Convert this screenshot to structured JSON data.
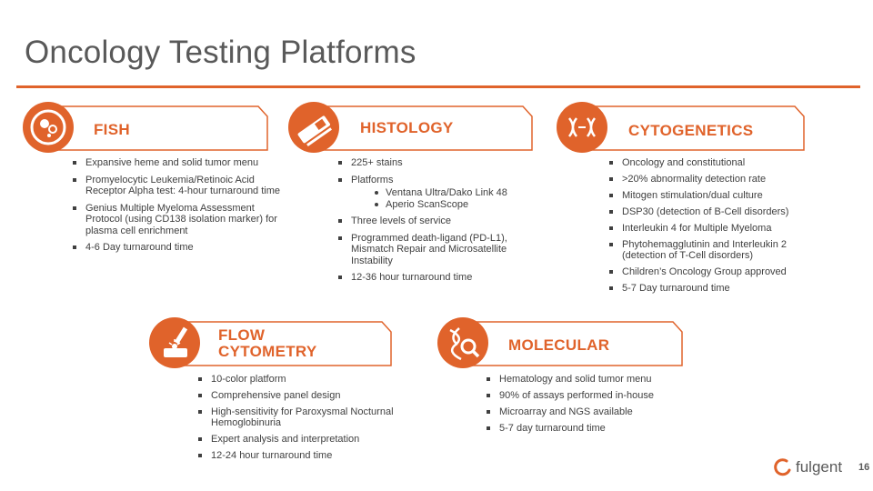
{
  "title": "Oncology Testing Platforms",
  "accent_color": "#e0632b",
  "page_number": "16",
  "logo_text": "fulgent",
  "cards": {
    "fish": {
      "heading": "FISH",
      "icon": "cell-icon",
      "items": [
        "Expansive heme and solid tumor menu",
        "Promyelocytic Leukemia/Retinoic Acid Receptor Alpha test: 4-hour turnaround time",
        "Genius Multiple Myeloma Assessment Protocol (using CD138 isolation marker) for plasma cell enrichment",
        "4-6 Day turnaround time"
      ]
    },
    "histology": {
      "heading": "HISTOLOGY",
      "icon": "microscope-slide-icon",
      "items": [
        "225+ stains",
        "Platforms",
        "Three levels of service",
        "Programmed death-ligand (PD-L1), Mismatch Repair and Microsatellite Instability",
        "12-36 hour turnaround time"
      ],
      "platforms": [
        "Ventana Ultra/Dako Link 48",
        "Aperio ScanScope"
      ]
    },
    "cytogenetics": {
      "heading": "CYTOGENETICS",
      "icon": "chromosome-icon",
      "items": [
        "Oncology and constitutional",
        ">20% abnormality detection rate",
        "Mitogen stimulation/dual culture",
        "DSP30 (detection of B-Cell disorders)",
        "Interleukin 4 for Multiple Myeloma",
        "Phytohemagglutinin and Interleukin 2 (detection of T-Cell disorders)",
        "Children’s Oncology Group approved",
        "5-7 Day turnaround time"
      ]
    },
    "flow": {
      "heading_line1": "FLOW",
      "heading_line2": "CYTOMETRY",
      "icon": "laser-icon",
      "items": [
        "10-color platform",
        "Comprehensive panel design",
        "High-sensitivity for Paroxysmal Nocturnal Hemoglobinuria",
        "Expert analysis and interpretation",
        "12-24 hour turnaround time"
      ]
    },
    "molecular": {
      "heading": "MOLECULAR",
      "icon": "dna-magnifier-icon",
      "items": [
        "Hematology and solid tumor menu",
        "90% of assays performed in-house",
        "Microarray and NGS available",
        "5-7 day turnaround time"
      ]
    }
  }
}
